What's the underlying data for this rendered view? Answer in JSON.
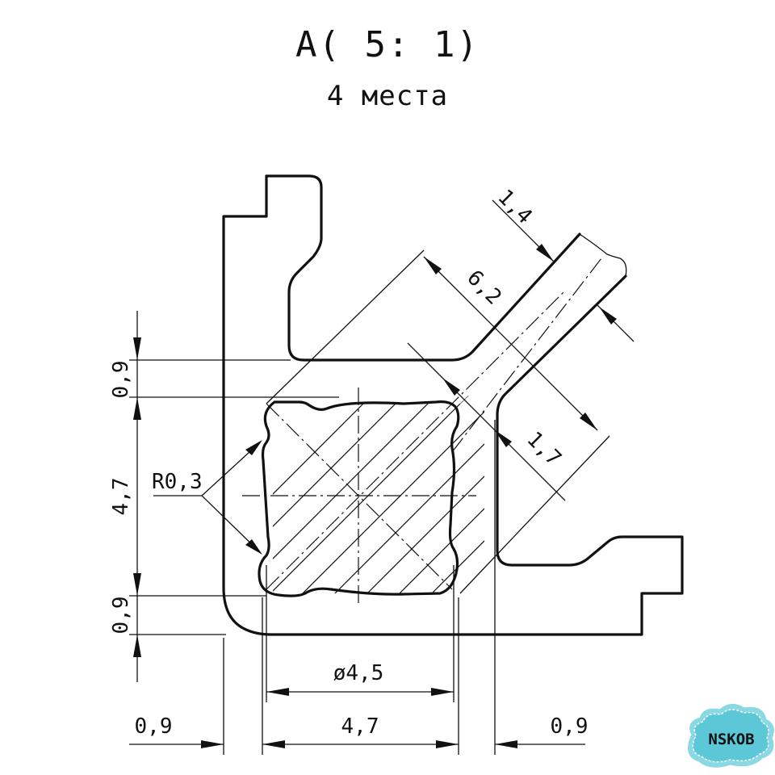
{
  "title": "A( 5: 1)",
  "subtitle": "4 места",
  "dimensions": {
    "left_top_gap": "0,9",
    "left_height": "4,7",
    "left_bottom_gap": "0,9",
    "radius_label": "R0,3",
    "hole_diameter": "ø4,5",
    "bottom_left_gap": "0,9",
    "bottom_width": "4,7",
    "bottom_right_gap": "0,9",
    "rib_thickness": "1,4",
    "diagonal_length": "6,2",
    "diagonal_offset": "1,7"
  },
  "watermark": {
    "text": "NSKOB",
    "colors": {
      "fill": "#5cc7d6",
      "border": "#8ad8e3"
    }
  },
  "colors": {
    "line": "#111111",
    "background": "#ffffff"
  }
}
